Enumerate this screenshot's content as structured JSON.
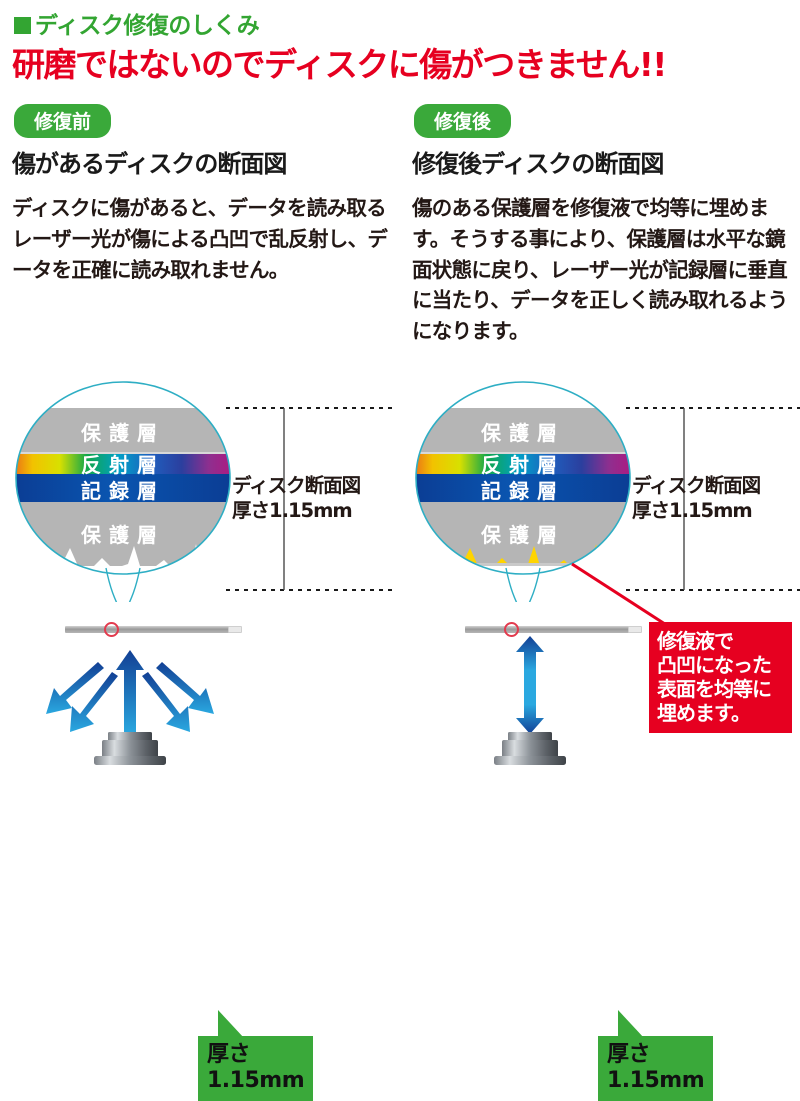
{
  "header": {
    "bullet_icon": "green-square-bullet",
    "subtitle": "ディスク修復のしくみ",
    "headline": "研磨ではないのでディスクに傷がつきません!!",
    "accent_green": "#33a532",
    "accent_red": "#e60020"
  },
  "columns": [
    {
      "badge": "修復前",
      "title": "傷があるディスクの断面図",
      "body": "ディスクに傷があると、データを読み取るレーザー光が傷による凸凹で乱反射し、データを正確に読み取れません。",
      "diagram": {
        "layers": [
          {
            "name": "保護層",
            "kind": "protective-top"
          },
          {
            "name": "反射層",
            "kind": "reflective-rainbow"
          },
          {
            "name": "記録層",
            "kind": "recording-blue"
          },
          {
            "name": "保護層",
            "kind": "protective-bottom"
          }
        ],
        "side_label_line1": "ディスク断面図",
        "side_label_line2": "厚さ1.15mm",
        "surface_state": "scratched-jagged",
        "laser_state": "scattered",
        "thickness_callout": "厚さ\n1.15mm"
      }
    },
    {
      "badge": "修復後",
      "title": "修復後ディスクの断面図",
      "body": "傷のある保護層を修復液で均等に埋めます。そうする事により、保護層は水平な鏡面状態に戻り、レーザー光が記録層に垂直に当たり、データを正しく読み取れるようになります。",
      "diagram": {
        "layers": [
          {
            "name": "保護層",
            "kind": "protective-top"
          },
          {
            "name": "反射層",
            "kind": "reflective-rainbow"
          },
          {
            "name": "記録層",
            "kind": "recording-blue"
          },
          {
            "name": "保護層",
            "kind": "protective-bottom"
          }
        ],
        "side_label_line1": "ディスク断面図",
        "side_label_line2": "厚さ1.15mm",
        "surface_state": "filled-yellow-flat",
        "laser_state": "perpendicular",
        "thickness_callout": "厚さ\n1.15mm",
        "repair_callout": "修復液で\n凸凹になった\n表面を均等に\n埋めます。"
      }
    }
  ],
  "colors": {
    "badge_green": "#3aa93a",
    "callout_green": "#3aa93a",
    "callout_red": "#e60020",
    "lens_outline": "#2eaec4",
    "layer_gray": "#b5b5b5",
    "recording_blue": "#0b4da2",
    "repair_yellow": "#ffd400",
    "laser_blue": "#1b75bb",
    "text_dark": "#231815"
  }
}
